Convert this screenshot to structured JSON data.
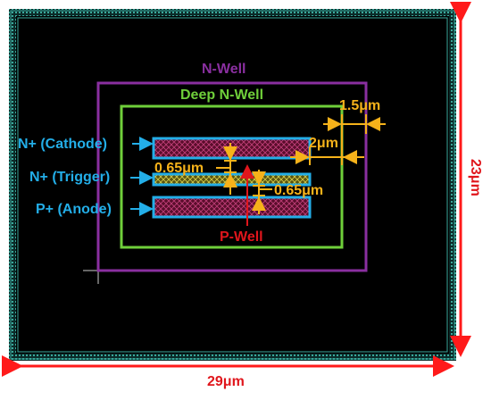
{
  "colors": {
    "background": "#000000",
    "outer_ring": "#2e9e92",
    "n_well": "#8a2fa0",
    "deep_n_well": "#6fcf3a",
    "diffusion_border": "#23aee8",
    "diffusion_fill": "#b01a55",
    "trigger_fill": "#b8b32a",
    "dimension": "#f6b21a",
    "p_well": "#e0161c",
    "label_blue": "#23aee8",
    "outer_dimension": "#ff1a1a"
  },
  "labels": {
    "n_well": "N-Well",
    "deep_n_well": "Deep N-Well",
    "n_plus_cathode": "N+ (Cathode)",
    "n_plus_trigger": "N+ (Trigger)",
    "p_plus_anode": "P+ (Anode)",
    "p_well": "P-Well"
  },
  "dimensions": {
    "width": "29μm",
    "height": "23μm",
    "nwell_spacing": "1.5μm",
    "deep_nwell_spacing": "2μm",
    "gap_top": "0.65μm",
    "gap_bottom": "0.65μm"
  },
  "icons": {
    "x_pattern": "cross-hatch-icon",
    "arrow": "arrow-icon"
  }
}
